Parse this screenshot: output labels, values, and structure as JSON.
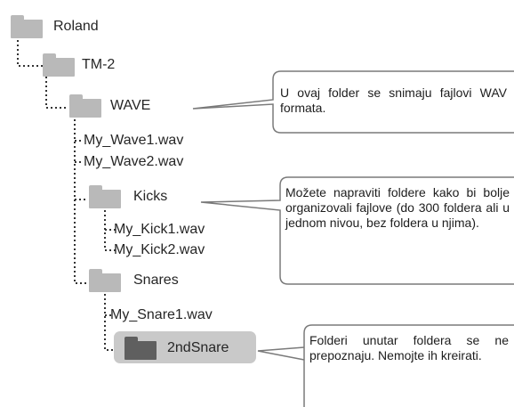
{
  "tree": {
    "root": "Roland",
    "tm2": "TM-2",
    "wave": "WAVE",
    "wave_files": [
      "My_Wave1.wav",
      "My_Wave2.wav"
    ],
    "kicks": "Kicks",
    "kick_files": [
      "My_Kick1.wav",
      "My_Kick2.wav"
    ],
    "snares": "Snares",
    "snare_files": [
      "My_Snare1.wav"
    ],
    "nested": "2ndSnare"
  },
  "callouts": {
    "wave_note": "U ovaj folder se snimaju fajlovi WAV formata.",
    "folders_note": "Možete napraviti foldere kako bi bolje organizovali fajlove (do 300 foldera ali u jednom nivou, bez foldera u njima).",
    "nested_note": "Folderi unutar foldera se ne prepoznaju. Nemojte ih kreirati."
  },
  "colors": {
    "folder": "#b9b9b9",
    "folder_unsupported": "#5f5f5f",
    "highlight": "#c9c9c9",
    "lines": "#7a7a7a"
  }
}
